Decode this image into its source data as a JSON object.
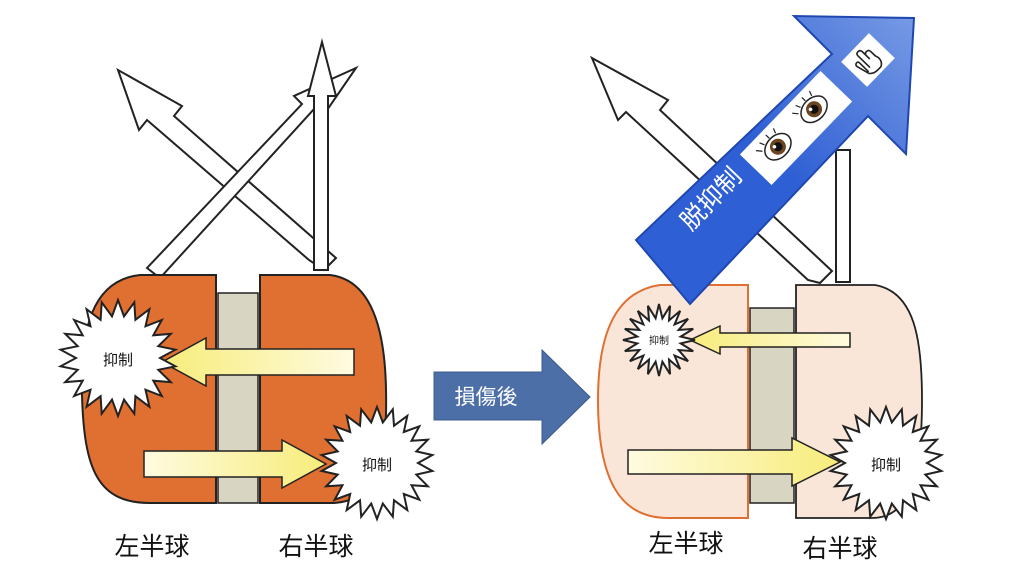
{
  "before": {
    "left_hemisphere": "左半球",
    "right_hemisphere": "右半球",
    "inhibition_left": "抑制",
    "inhibition_right": "抑制"
  },
  "transition_label": "損傷後",
  "after": {
    "left_hemisphere": "左半球",
    "right_hemisphere": "右半球",
    "inhibition_left": "抑制",
    "inhibition_right": "抑制",
    "disinhibition": "脱抑制"
  },
  "icons": [
    "eye-icon",
    "eye-icon",
    "hand-icon"
  ],
  "colors": {
    "hemisphere_before": "#e07032",
    "hemisphere_after": "#fae6d8",
    "corpus_callosum": "#d8d5c2",
    "inhibition_arrow": "#fcf7a6",
    "transition_arrow": "#4d6fa8",
    "disinhibition_arrow": "#2f5fd4"
  }
}
